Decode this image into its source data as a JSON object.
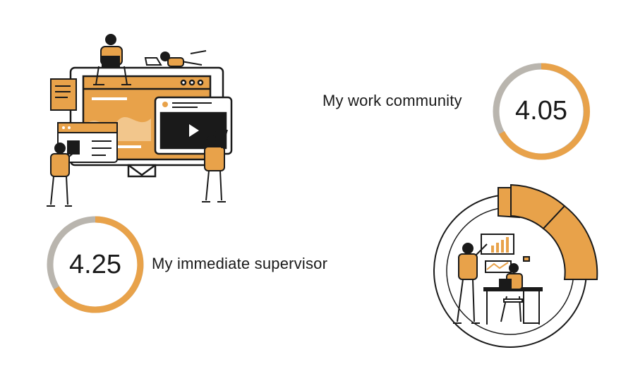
{
  "metrics": [
    {
      "label": "My work community",
      "value": "4.05"
    },
    {
      "label": "My immediate supervisor",
      "value": "4.25"
    }
  ],
  "colors": {
    "accent": "#e8a24a",
    "gray": "#b9b5ae",
    "ink": "#1a1a1a"
  },
  "illustrations": {
    "top_left": "web-development-team-illustration",
    "bottom_right": "office-analytics-illustration"
  }
}
